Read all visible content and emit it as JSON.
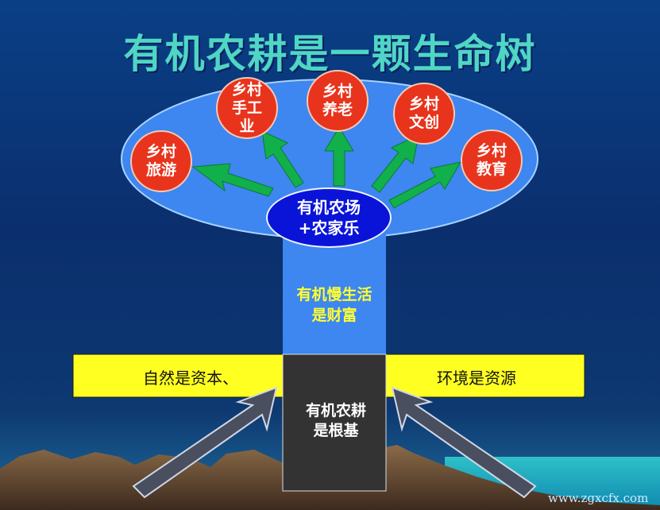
{
  "title": "有机农耕是一颗生命树",
  "crown": {
    "nodes": [
      {
        "id": "tourism",
        "label": "乡村\n旅游"
      },
      {
        "id": "handicraft",
        "label": "乡村\n手工\n业"
      },
      {
        "id": "elderly",
        "label": "乡村\n养老"
      },
      {
        "id": "creative",
        "label": "乡村\n文创"
      },
      {
        "id": "education",
        "label": "乡村\n教育"
      }
    ],
    "center": "有机农场\n+农家乐"
  },
  "trunk": {
    "label": "有机慢生活\n是财富"
  },
  "band": {
    "left": "自然是资本、",
    "right": "环境是资源"
  },
  "root": {
    "label": "有机农耕\n是根基"
  },
  "watermark": "www.zgxcfx.com",
  "colors": {
    "title": "#4fd6c4",
    "crown": "#3e86f0",
    "node": "#e8341c",
    "center": "#0a14d8",
    "arrow": "#12b04b",
    "band": "#ffff22",
    "root": "#333333",
    "trunk_text": "#ffff33"
  }
}
